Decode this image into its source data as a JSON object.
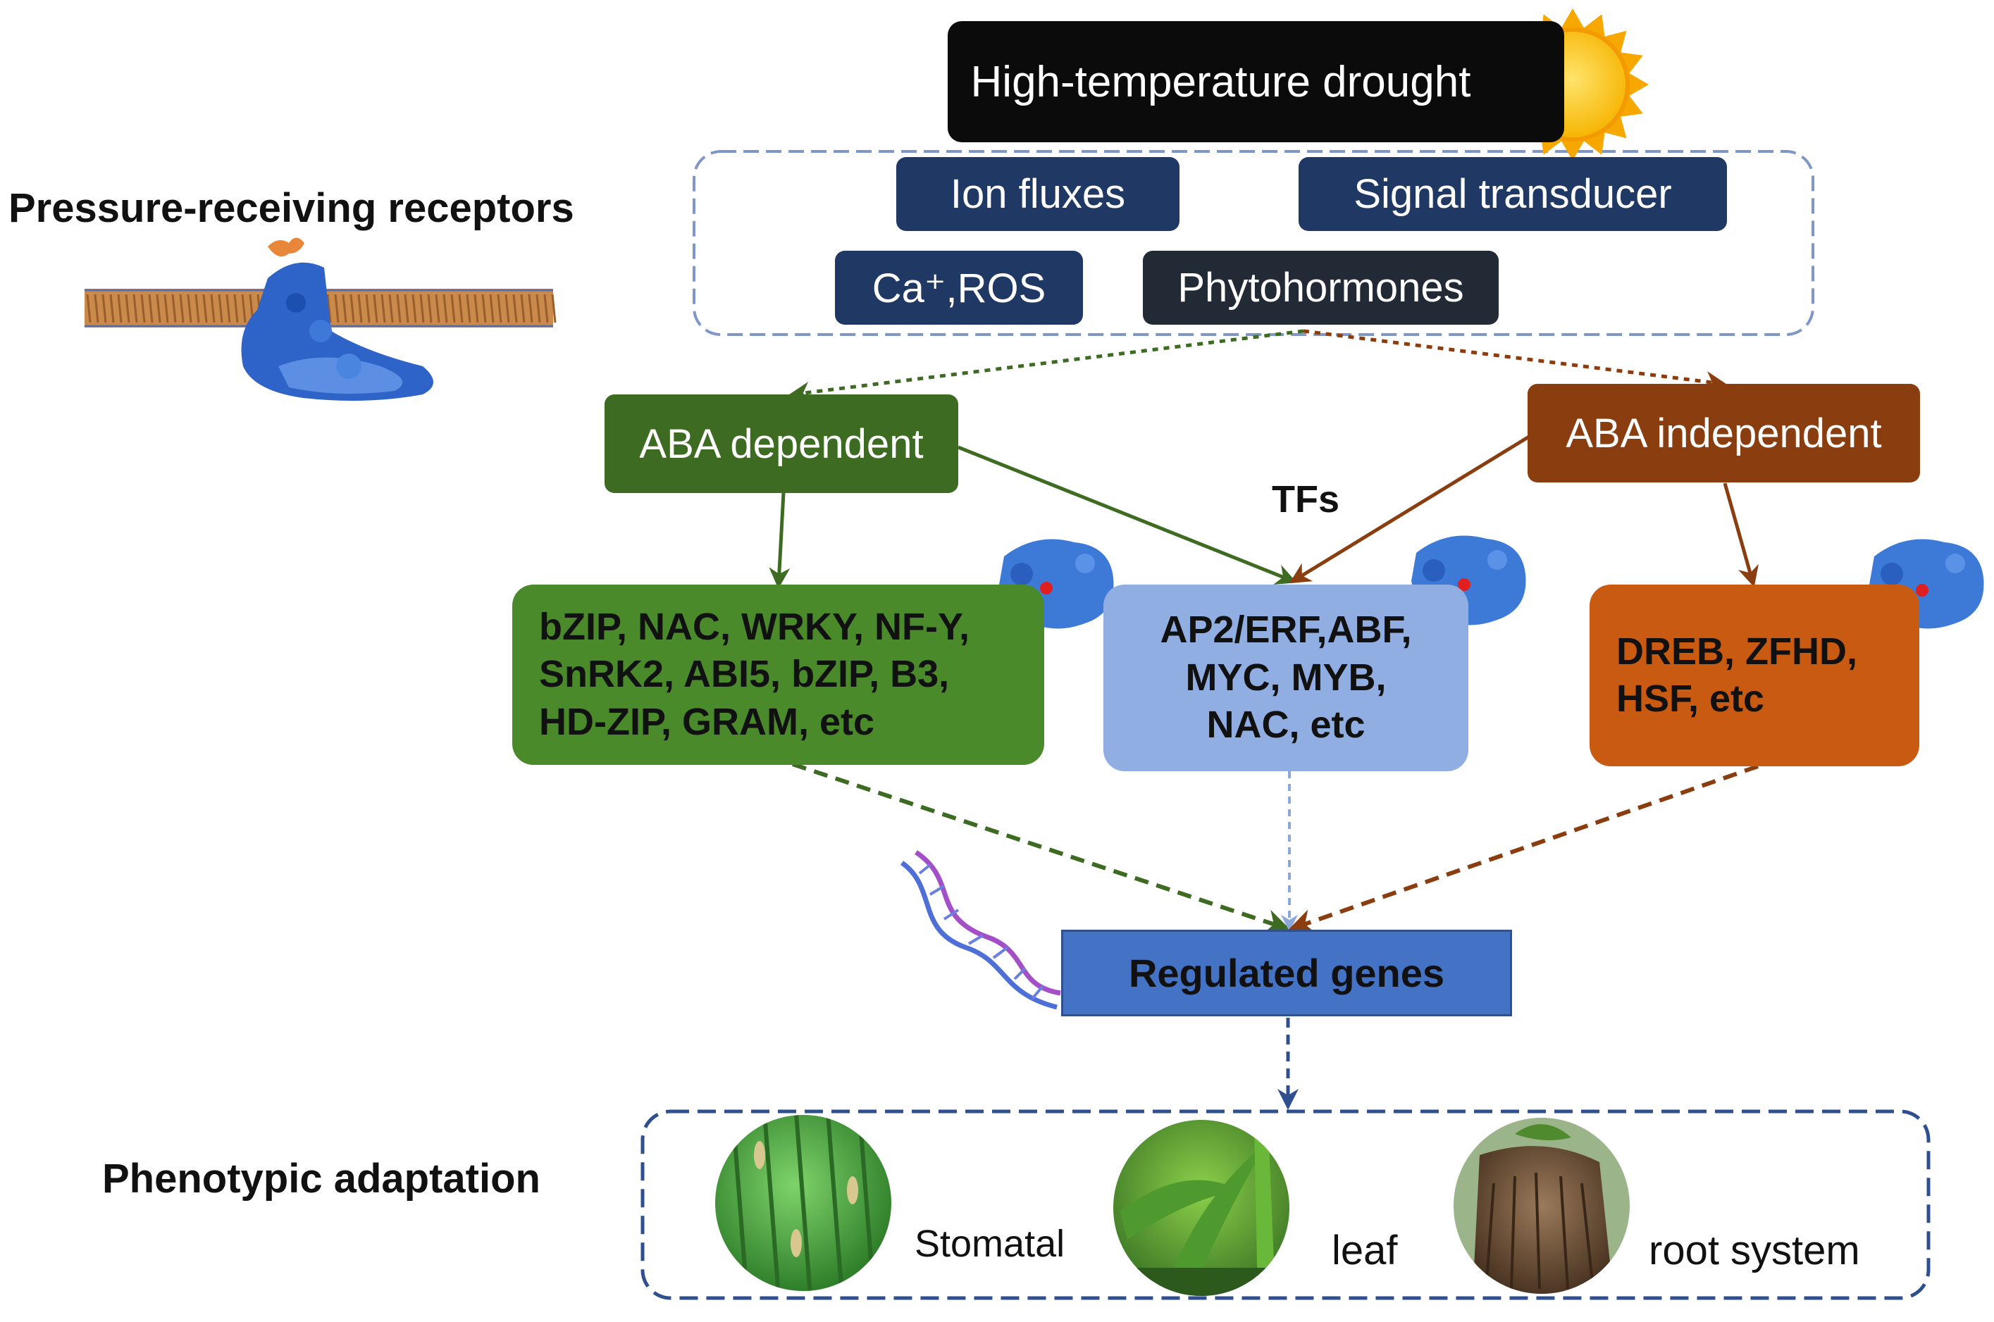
{
  "stress": {
    "label": "High-temperature drought"
  },
  "signals": {
    "items": [
      "Ion fluxes",
      "Signal transducer",
      "Ca⁺,ROS",
      "Phytohormones"
    ]
  },
  "receptors_label": "Pressure-receiving receptors",
  "pathways": {
    "dependent": "ABA dependent",
    "independent": "ABA independent",
    "tfs_label": "TFs"
  },
  "tf_groups": {
    "green": [
      "bZIP, NAC, WRKY, NF-Y,",
      "SnRK2, ABI5, bZIP, B3,",
      "HD-ZIP, GRAM, etc"
    ],
    "blue": [
      "AP2/ERF,ABF,",
      "MYC, MYB,",
      "NAC, etc"
    ],
    "orange": [
      "DREB, ZFHD,",
      "HSF, etc"
    ]
  },
  "regulated_genes": "Regulated genes",
  "phenotypic": {
    "title": "Phenotypic adaptation",
    "items": [
      "Stomatal",
      "leaf",
      "root system"
    ]
  },
  "colors": {
    "green_dark": "#3e6b22",
    "green_box": "#4a8a2a",
    "blue_box": "#91aee3",
    "orange_dark": "#8a3e10",
    "orange_box": "#c95a12",
    "navy": "#1f3864",
    "gene_blue": "#4472c4"
  }
}
